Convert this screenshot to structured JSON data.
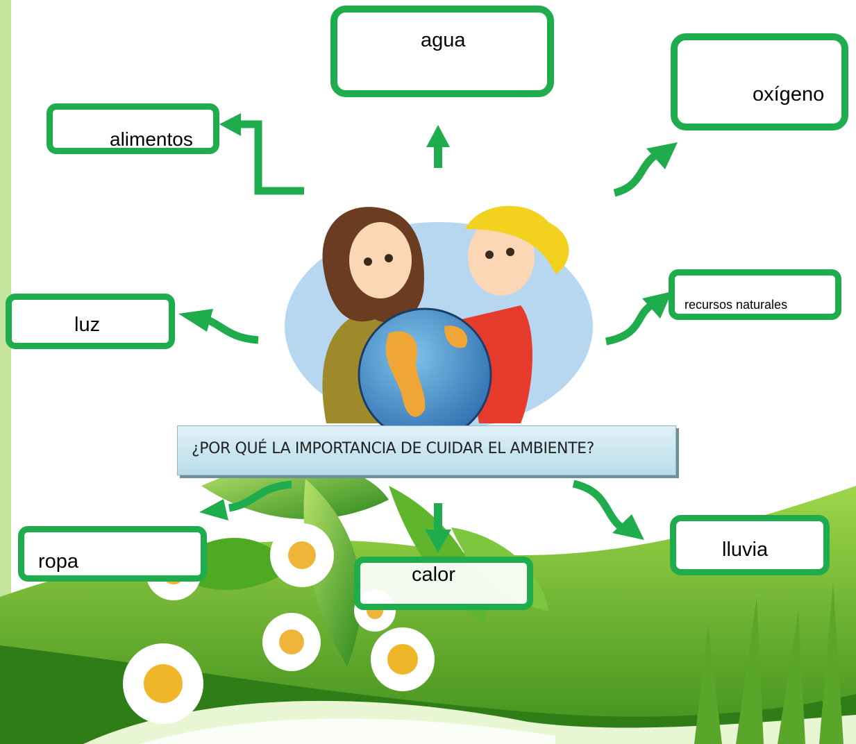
{
  "concept_map": {
    "center_question": "¿POR QUÉ LA IMPORTANCIA DE CUIDAR EL AMBIENTE?",
    "nodes": {
      "agua": "agua",
      "oxigeno": "oxígeno",
      "alimentos": "alimentos",
      "luz": "luz",
      "recursos": "recursos naturales",
      "ropa": "ropa",
      "calor": "calor",
      "lluvia": "lluvia"
    }
  },
  "colors": {
    "node_border": "#1fac4c",
    "arrow": "#1fac4c",
    "question_fill": "#cbe8f1"
  },
  "illustration": {
    "center": "children-holding-globe",
    "background": "daisy-flowers-and-leaves"
  }
}
